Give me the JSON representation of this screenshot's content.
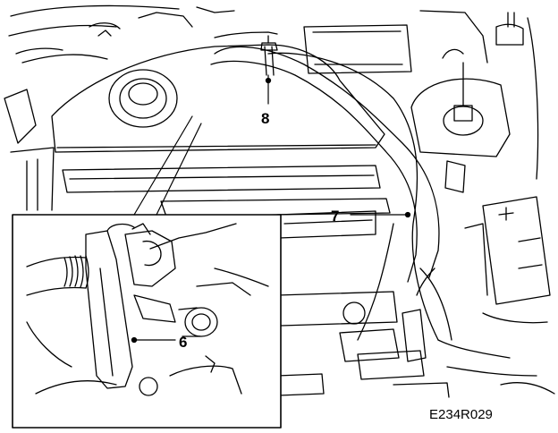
{
  "figure_code": "E234R029",
  "callouts": [
    {
      "id": "8",
      "text": "8"
    },
    {
      "id": "7",
      "text": "7"
    },
    {
      "id": "6",
      "text": "6"
    }
  ],
  "colors": {
    "ink": "#000000",
    "paper": "#ffffff"
  },
  "components": [
    "engine-cover",
    "oil-filler-cap",
    "intake-hose",
    "hose-clamp",
    "cable-harness",
    "fuel-rail",
    "brake-fluid-reservoir",
    "battery",
    "detail-inset",
    "bracket",
    "corrugated-hose",
    "sensor-plug"
  ]
}
